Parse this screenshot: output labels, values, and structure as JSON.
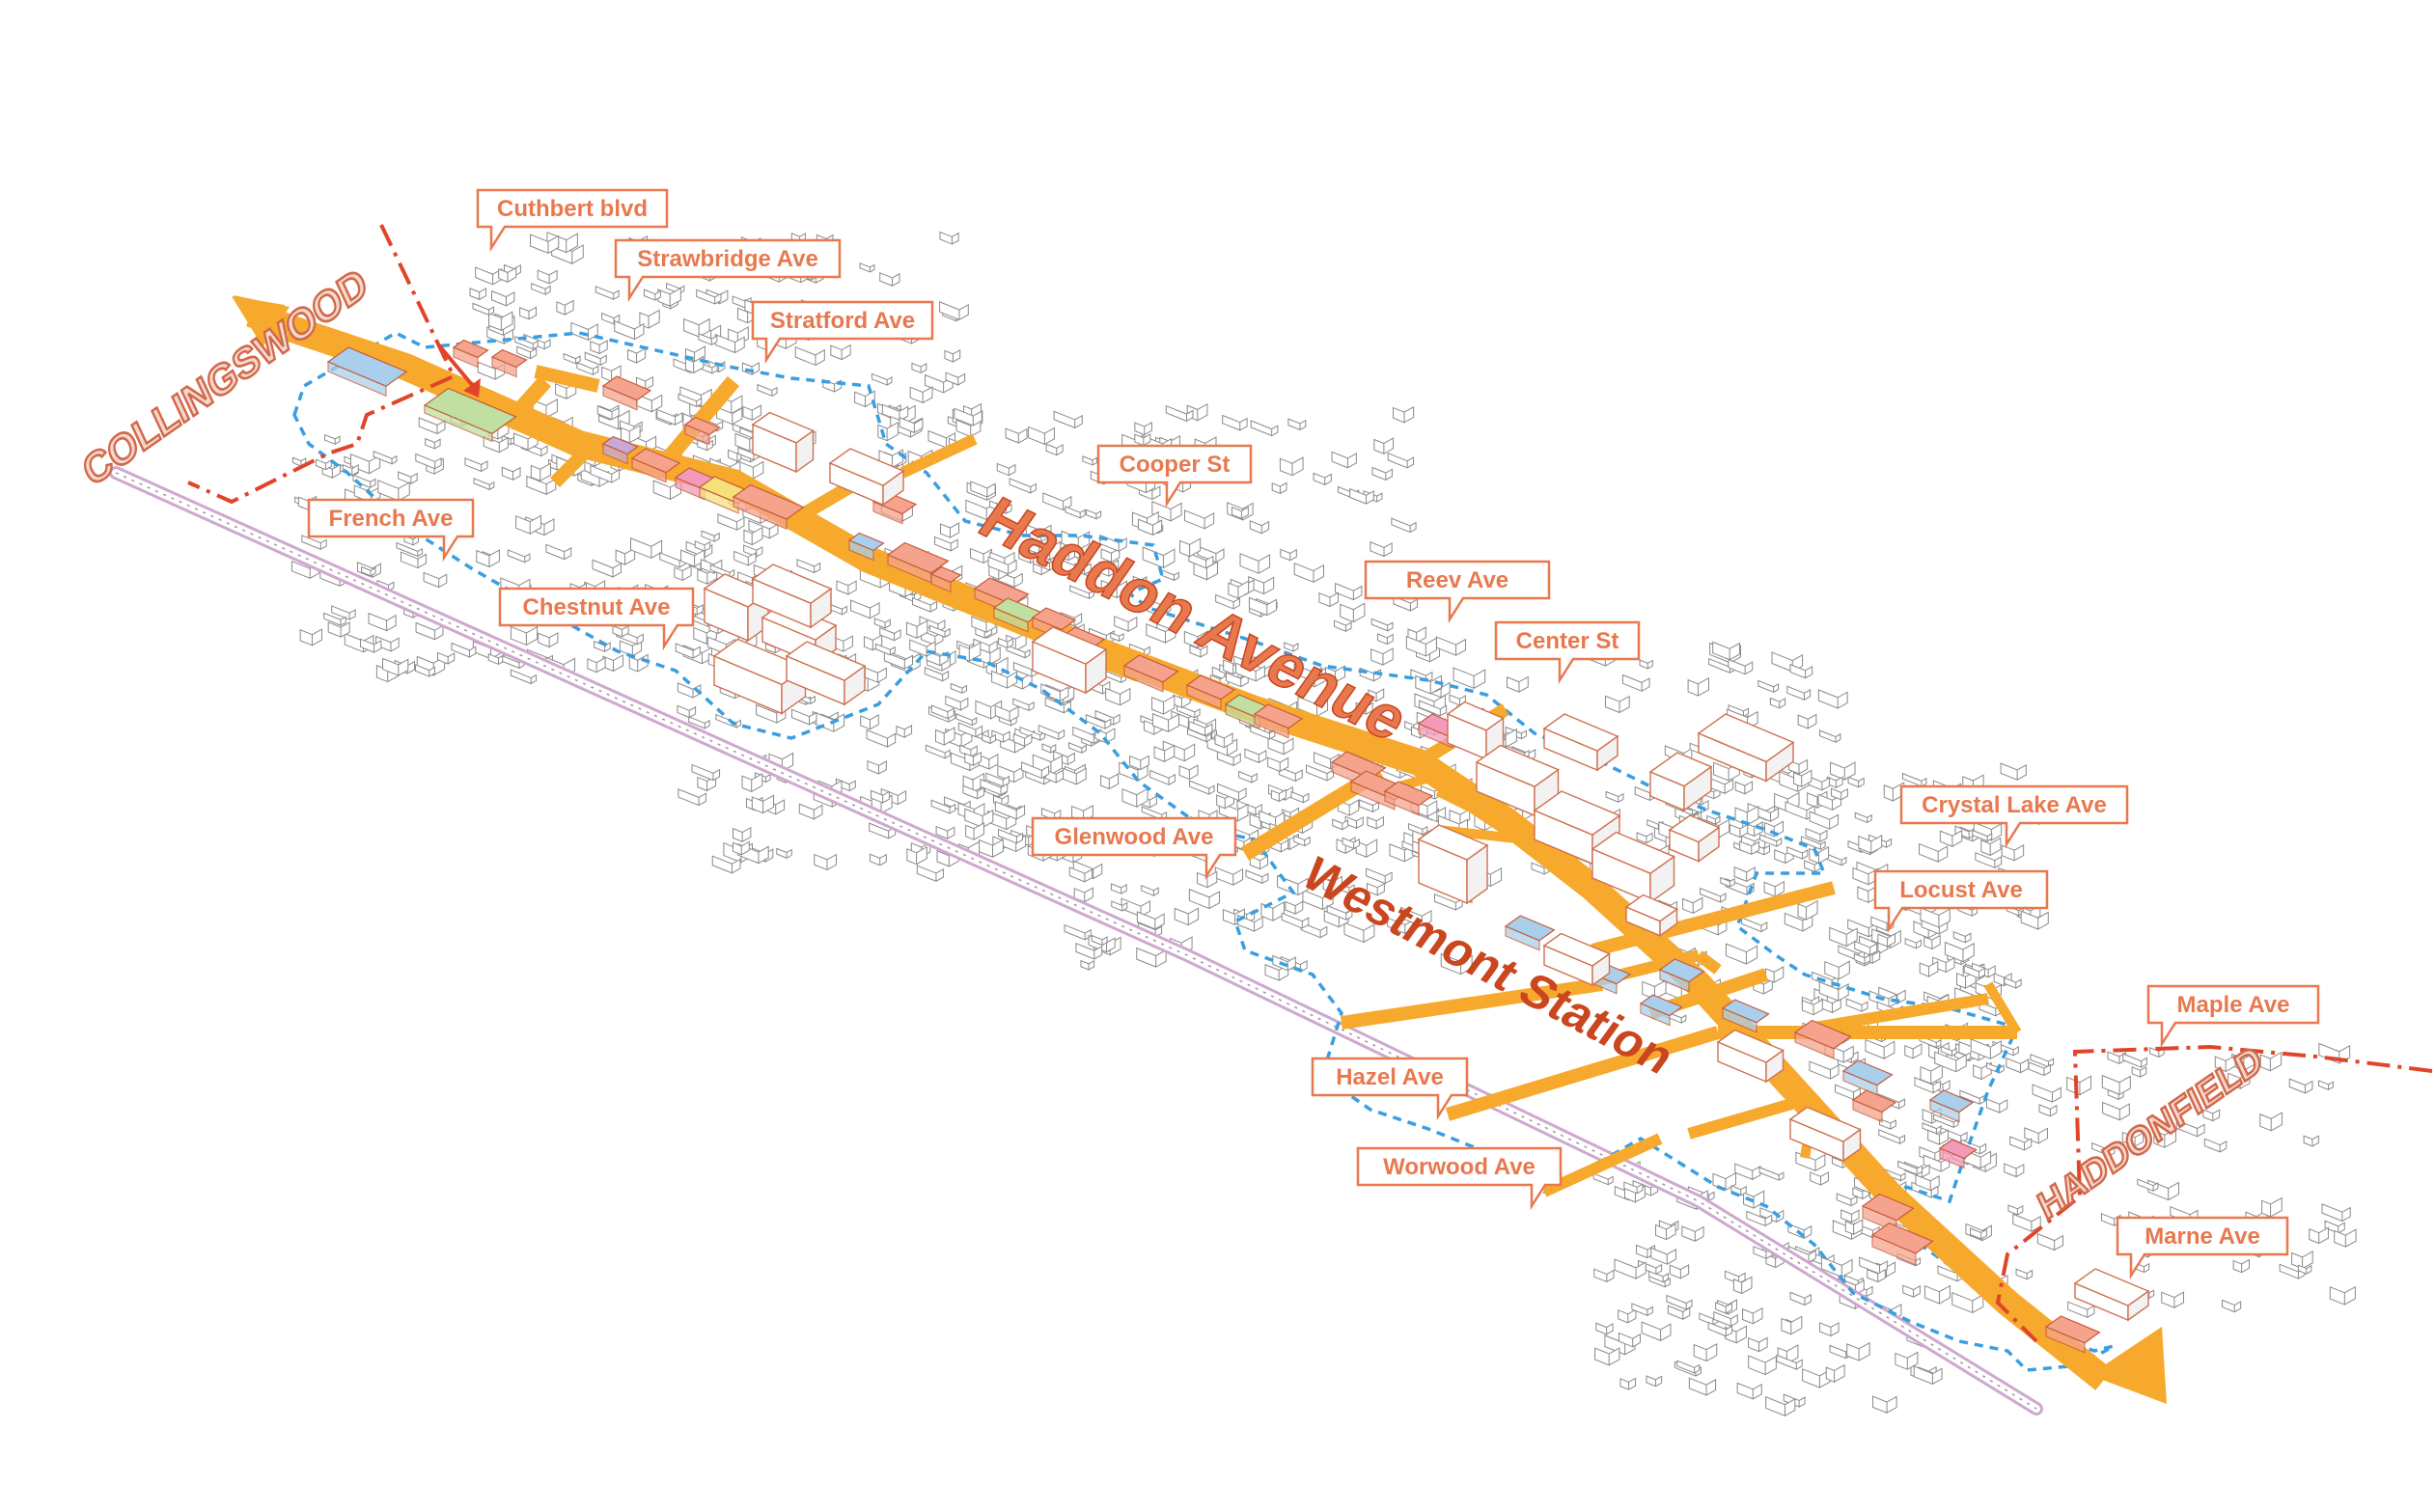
{
  "map": {
    "main_street": "Haddon Avenue",
    "station": "Westmont Station",
    "towns": {
      "west": "COLLINGSWOOD",
      "east": "HADDONFIELD"
    },
    "streets": [
      "Cuthbert blvd",
      "Strawbridge Ave",
      "Stratford Ave",
      "Cooper St",
      "French Ave",
      "Chestnut Ave",
      "Reev Ave",
      "Center St",
      "Crystal Lake Ave",
      "Locust Ave",
      "Glenwood Ave",
      "Maple Ave",
      "Hazel Ave",
      "Marne Ave",
      "Worwood Ave"
    ],
    "colors": {
      "street": "#f7a92d",
      "label": "#e8794f",
      "boundary": "#3a9ee0",
      "town_line": "#e0452a",
      "parcel_red": "#f5a38c",
      "parcel_green": "#bfe0a0",
      "parcel_blue": "#a9cfec",
      "parcel_pink": "#f29ab8",
      "parcel_yellow": "#f7e07a",
      "parcel_purple": "#c8a8d8",
      "rail": "#d8b8d8"
    }
  }
}
